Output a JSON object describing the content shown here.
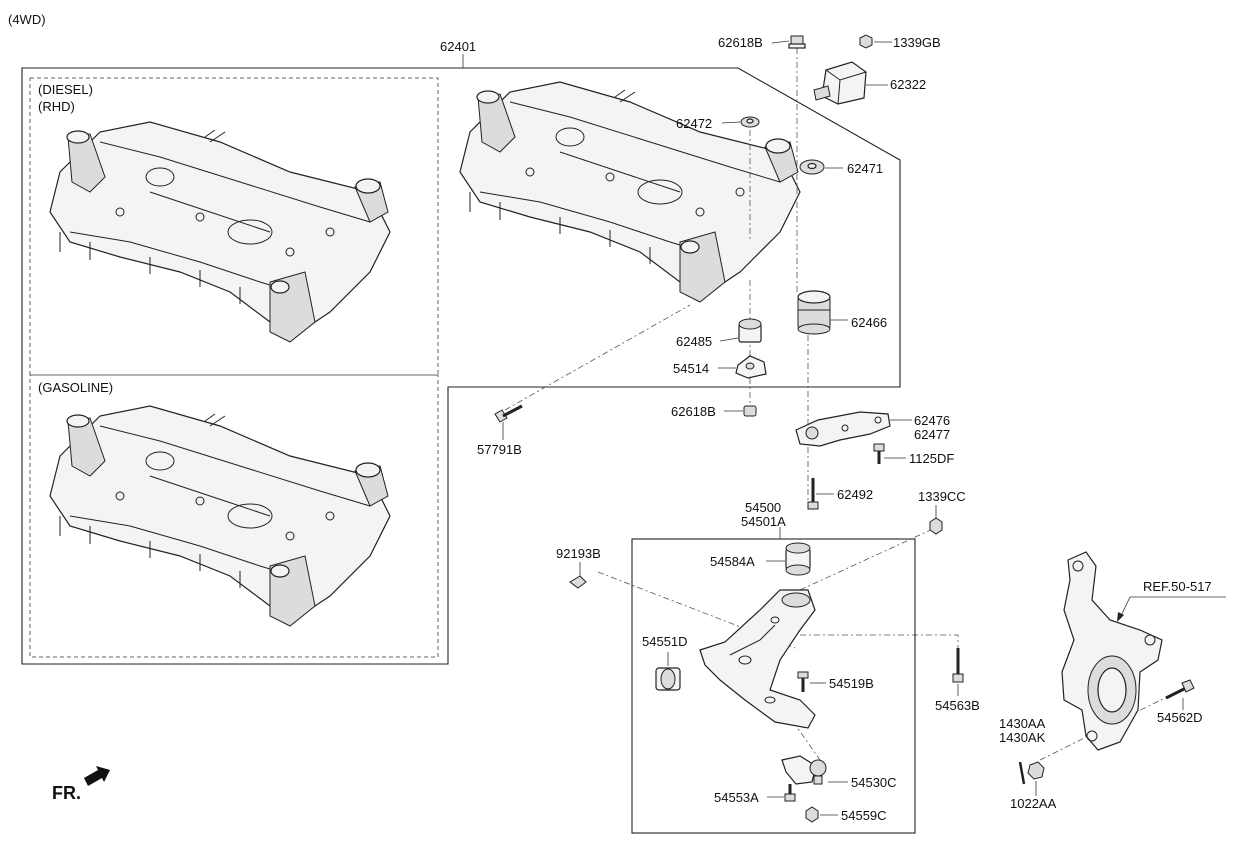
{
  "header": {
    "variant": "(4WD)"
  },
  "footer": {
    "direction_label": "FR."
  },
  "groups": {
    "diesel_line1": "(DIESEL)",
    "diesel_line2": "(RHD)",
    "gasoline": "(GASOLINE)"
  },
  "parts": {
    "crossmember": "62401",
    "bolt_top": "62618B",
    "nut_top": "1339GB",
    "bracket": "62322",
    "washer_l": "62472",
    "washer_r": "62471",
    "bushing_small": "62485",
    "bushing_large": "62466",
    "stopper": "54514",
    "nut_bottom": "62618B",
    "long_bolt": "57791B",
    "rear_bracket_a": "62476",
    "rear_bracket_b": "62477",
    "bolt_1125": "1125DF",
    "bolt_62492": "62492",
    "arm_a": "54500",
    "arm_b": "54501A",
    "nut_1339cc": "1339CC",
    "clip": "92193B",
    "bushing_rear": "54584A",
    "bushing_front": "54551D",
    "bolt_54519": "54519B",
    "bolt_54563": "54563B",
    "ball_joint": "54530C",
    "bolt_54553": "54553A",
    "nut_54559": "54559C",
    "knuckle_ref": "REF.50-517",
    "bolt_54562": "54562D",
    "pin_a": "1430AA",
    "pin_b": "1430AK",
    "nut_1022": "1022AA"
  }
}
